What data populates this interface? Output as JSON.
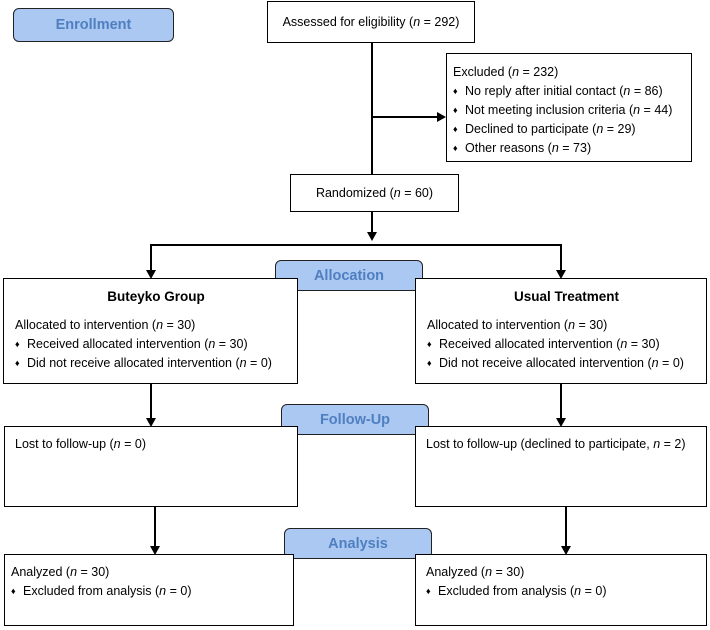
{
  "stages": {
    "enrollment": "Enrollment",
    "allocation": "Allocation",
    "followup": "Follow-Up",
    "analysis": "Analysis"
  },
  "assessed": {
    "prefix": "Assessed for eligibility (",
    "n": "n",
    "suffix": " = 292)"
  },
  "excluded": {
    "title": {
      "prefix": "Excluded (",
      "n": "n",
      "suffix": " = 232)"
    },
    "reasons": [
      {
        "prefix": "No reply after initial contact (",
        "n": "n",
        "suffix": " = 86)"
      },
      {
        "prefix": "Not meeting inclusion criteria (",
        "n": "n",
        "suffix": " = 44)"
      },
      {
        "prefix": "Declined to participate (",
        "n": "n",
        "suffix": " = 29)"
      },
      {
        "prefix": "Other reasons (",
        "n": "n",
        "suffix": " = 73)"
      }
    ]
  },
  "randomized": {
    "prefix": "Randomized (",
    "n": "n",
    "suffix": " = 60)"
  },
  "buteyko": {
    "title": "Buteyko Group",
    "allocated": {
      "prefix": "Allocated to intervention (",
      "n": "n",
      "suffix": " = 30)"
    },
    "received": {
      "prefix": "Received allocated intervention (",
      "n": "n",
      "suffix": " = 30)"
    },
    "not_received": {
      "prefix": "Did not receive allocated intervention (",
      "n": "n",
      "suffix": " = 0)"
    },
    "lost": {
      "prefix": "Lost to follow-up (",
      "n": "n",
      "suffix": " = 0)"
    },
    "analyzed": {
      "prefix": "Analyzed (",
      "n": "n",
      "suffix": " = 30)"
    },
    "excluded_analysis": {
      "prefix": "Excluded from analysis (",
      "n": "n",
      "suffix": " = 0)"
    }
  },
  "usual": {
    "title": "Usual Treatment",
    "allocated": {
      "prefix": "Allocated to intervention (",
      "n": "n",
      "suffix": " = 30)"
    },
    "received": {
      "prefix": "Received allocated intervention (",
      "n": "n",
      "suffix": " = 30)"
    },
    "not_received": {
      "prefix": "Did not receive allocated intervention (",
      "n": "n",
      "suffix": " = 0)"
    },
    "lost": {
      "prefix": "Lost to follow-up (declined to participate, ",
      "n": "n",
      "suffix": " = 2)"
    },
    "analyzed": {
      "prefix": "Analyzed (",
      "n": "n",
      "suffix": " = 30)"
    },
    "excluded_analysis": {
      "prefix": "Excluded from analysis (",
      "n": "n",
      "suffix": " = 0)"
    }
  },
  "bullet_glyph": "♦",
  "colors": {
    "stage_fill": "#aac8f2",
    "stage_text": "#4f7fc0"
  }
}
